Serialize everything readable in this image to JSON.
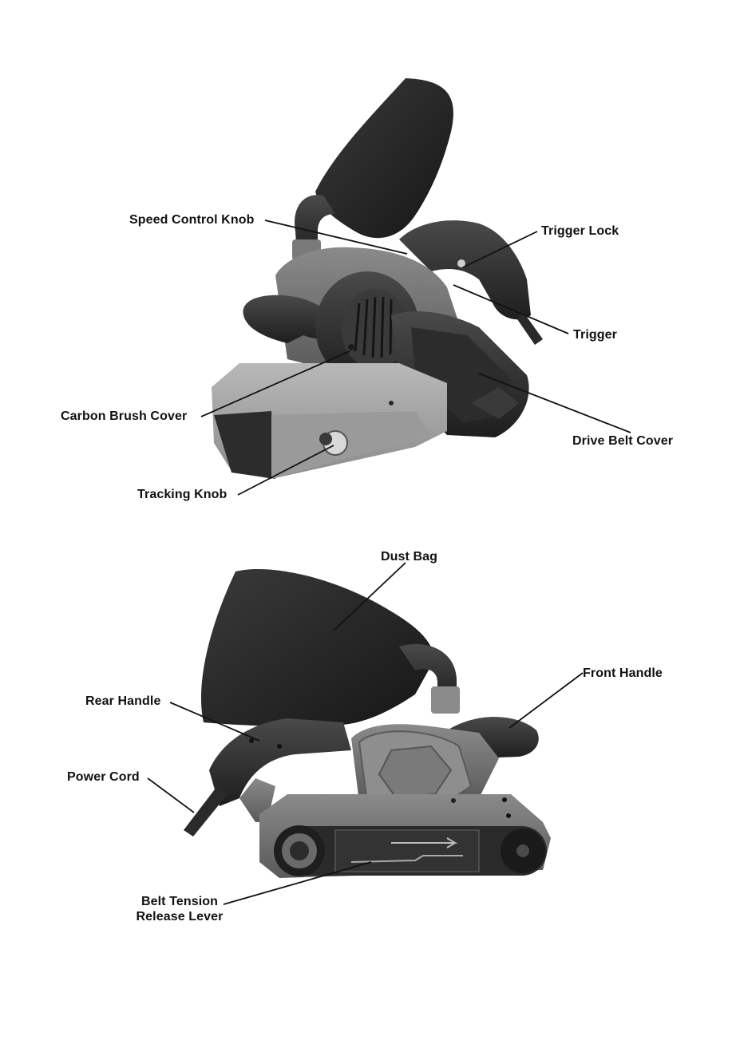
{
  "figure_top": {
    "labels": {
      "speed_control_knob": "Speed Control Knob",
      "trigger_lock": "Trigger Lock",
      "trigger": "Trigger",
      "carbon_brush_cover": "Carbon Brush Cover",
      "drive_belt_cover": "Drive Belt Cover",
      "tracking_knob": "Tracking Knob"
    }
  },
  "figure_bottom": {
    "labels": {
      "dust_bag": "Dust Bag",
      "front_handle": "Front Handle",
      "rear_handle": "Rear Handle",
      "power_cord": "Power Cord",
      "belt_tension_line1": "Belt Tension",
      "belt_tension_line2": "Release Lever"
    }
  }
}
